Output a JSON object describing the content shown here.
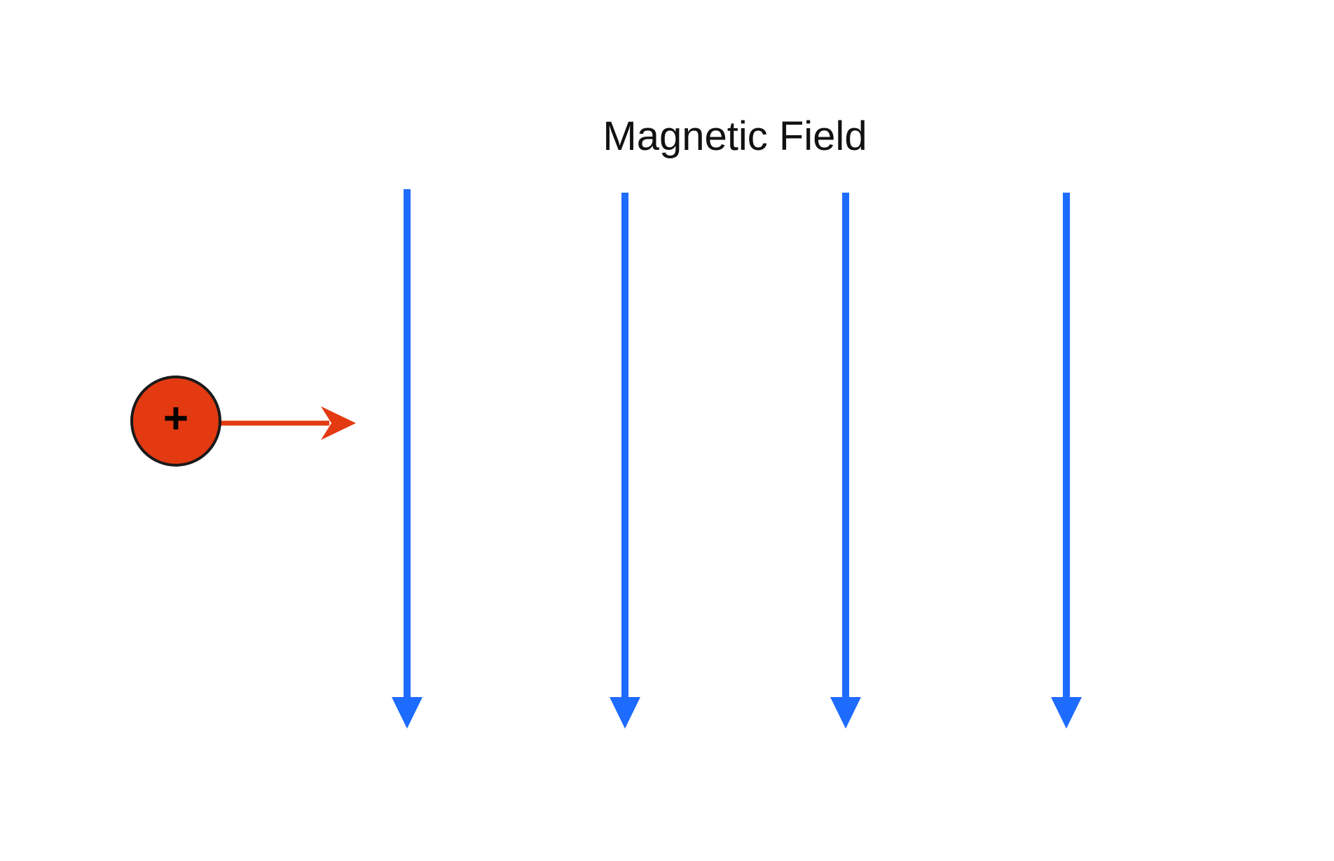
{
  "title": "Magnetic Field",
  "field": {
    "line_count": 4,
    "direction": "down",
    "color": "#1E6BFF"
  },
  "particle": {
    "charge_symbol": "+",
    "fill_color": "#E33A12",
    "outline_color": "#1A1A1A",
    "velocity_direction": "right",
    "velocity_color": "#E33A12"
  }
}
